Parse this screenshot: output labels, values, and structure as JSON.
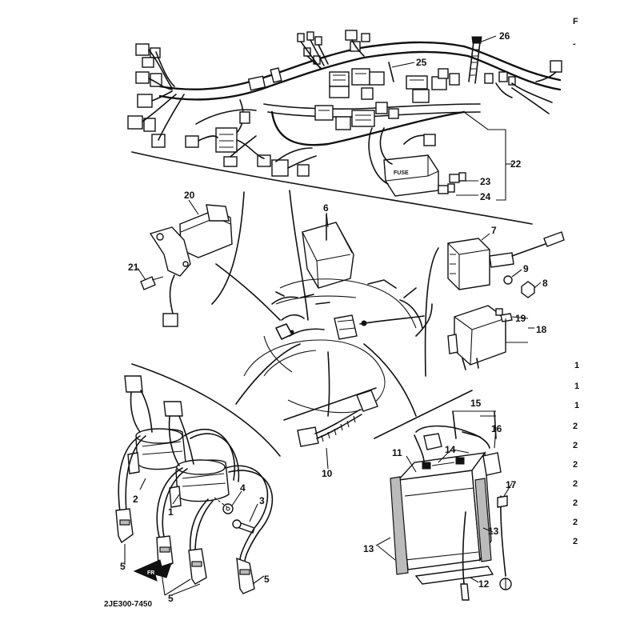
{
  "diagram": {
    "part_code": "2JE300-7450",
    "fuse_text": "FUSE",
    "front_arrow_text": "FR",
    "callouts": {
      "n1": "1",
      "n2": "2",
      "n3": "3",
      "n4": "4",
      "n5a": "5",
      "n5b": "5",
      "n5c": "5",
      "n6": "6",
      "n7": "7",
      "n8": "8",
      "n9": "9",
      "n10": "10",
      "n11": "11",
      "n12": "12",
      "n13a": "13",
      "n13b": "13",
      "n14": "14",
      "n15": "15",
      "n16": "16",
      "n17": "17",
      "n18": "18",
      "n19": "19",
      "n20": "20",
      "n21": "21",
      "n22": "22",
      "n23": "23",
      "n24": "24",
      "n25": "25",
      "n26": "26"
    },
    "edge_marks": [
      "F",
      "-",
      "1",
      "1",
      "1",
      "2",
      "2",
      "2",
      "2",
      "2",
      "2",
      "2"
    ]
  }
}
